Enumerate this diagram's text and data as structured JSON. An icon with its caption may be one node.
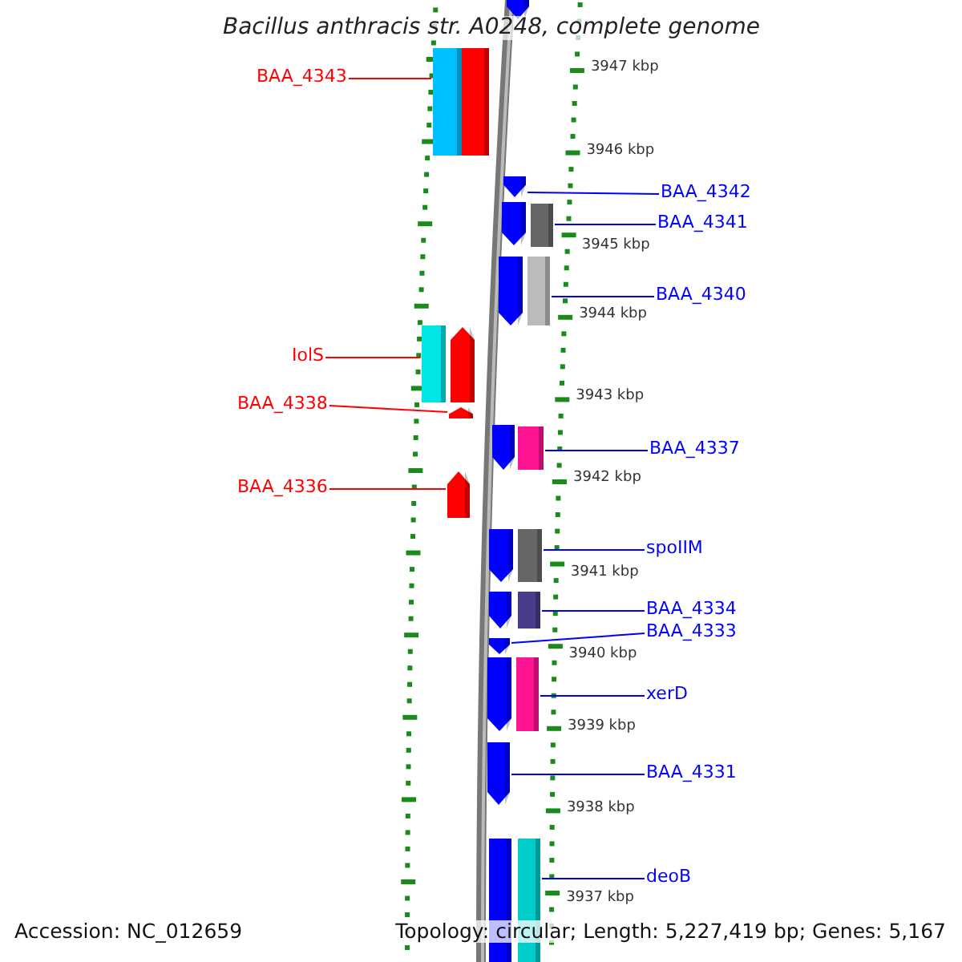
{
  "diagram": {
    "title": "Bacillus anthracis str. A0248, complete genome",
    "nodes": [
      {
        "text": [
          "BAA_4343"
        ]
      },
      {
        "text": [
          "IolS"
        ]
      },
      {
        "text": [
          "BAA_4338"
        ]
      },
      {
        "text": [
          "BAA_4336"
        ]
      },
      {
        "text": [
          "BAA_4342"
        ]
      },
      {
        "text": [
          "BAA_4341"
        ]
      },
      {
        "text": [
          "BAA_4340"
        ]
      },
      {
        "text": [
          "BAA_4337"
        ]
      },
      {
        "text": [
          "spoIIM"
        ]
      },
      {
        "text": [
          "BAA_4334"
        ]
      },
      {
        "text": [
          "BAA_4333"
        ]
      },
      {
        "text": [
          "xerD"
        ]
      },
      {
        "text": [
          "BAA_4331"
        ]
      },
      {
        "text": [
          "deoB"
        ]
      },
      {
        "text": [],
        "shape": "pentagon"
      },
      {
        "text": [],
        "shape": "box"
      },
      {
        "text": [],
        "shape": "box"
      },
      {
        "text": [],
        "shape": "pentagon"
      },
      {
        "text": [],
        "shape": "pentagon"
      },
      {
        "text": [],
        "shape": "box"
      },
      {
        "text": [],
        "shape": "pentagon"
      },
      {
        "text": [],
        "shape": "box"
      },
      {
        "text": [],
        "shape": "box"
      },
      {
        "text": [],
        "shape": "pentagon"
      },
      {
        "text": [],
        "shape": "pentagon"
      },
      {
        "text": [],
        "shape": "pentagon"
      },
      {
        "text": [],
        "shape": "box"
      },
      {
        "text": [],
        "shape": "pentagon"
      },
      {
        "text": [],
        "shape": "pentagon"
      },
      {
        "text": [],
        "shape": "box"
      },
      {
        "text": [],
        "shape": "pentagon"
      },
      {
        "text": [],
        "shape": "box"
      },
      {
        "text": [],
        "shape": "pentagon"
      },
      {
        "text": [],
        "shape": "pentagon"
      },
      {
        "text": [],
        "shape": "box"
      },
      {
        "text": [],
        "shape": "pentagon"
      },
      {
        "text": [],
        "shape": "box"
      },
      {
        "text": [],
        "shape": "box"
      }
    ],
    "edges": [
      {
        "from": 0,
        "to": 15,
        "arrow": "none",
        "color": "#ff0000"
      },
      {
        "from": 1,
        "to": 22,
        "arrow": "none",
        "color": "#ff0000"
      },
      {
        "from": 2,
        "to": 24,
        "arrow": "none",
        "color": "#ff0000"
      },
      {
        "from": 3,
        "to": 27,
        "arrow": "none",
        "color": "#ff0000"
      },
      {
        "from": 4,
        "to": 17,
        "arrow": "none"
      },
      {
        "from": 5,
        "to": 19,
        "arrow": "none"
      },
      {
        "from": 6,
        "to": 21,
        "arrow": "none"
      },
      {
        "from": 7,
        "to": 26,
        "arrow": "none"
      },
      {
        "from": 8,
        "to": 29,
        "arrow": "none"
      },
      {
        "from": 9,
        "to": 31,
        "arrow": "none"
      },
      {
        "from": 10,
        "to": 32,
        "arrow": "none"
      },
      {
        "from": 11,
        "to": 34,
        "arrow": "none"
      },
      {
        "from": 12,
        "to": 35,
        "arrow": "none"
      },
      {
        "from": 13,
        "to": 37,
        "arrow": "none"
      }
    ],
    "labels": [
      "3947 kbp",
      "3946 kbp",
      "3945 kbp",
      "3944 kbp",
      "3943 kbp",
      "3942 kbp",
      "3941 kbp",
      "3940 kbp",
      "3939 kbp",
      "3938 kbp",
      "3937 kbp",
      "Accession: NC_012659",
      "Topology: circular; Length: 5,227,419 bp; Genes: 5,167"
    ]
  }
}
